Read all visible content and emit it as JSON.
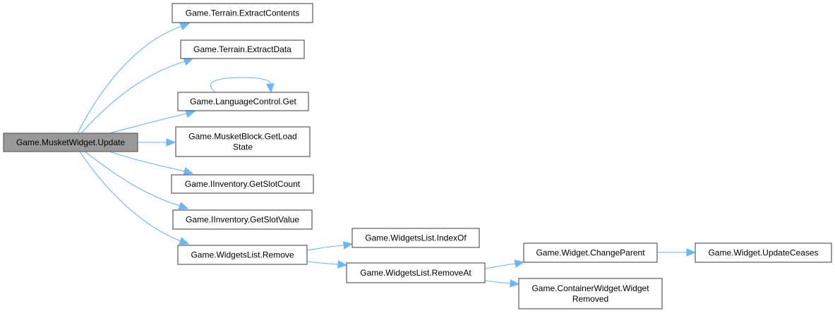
{
  "title": "Call graph of Game.MusketWidget.Update",
  "colors": {
    "edge": "#63b8ff",
    "node_border": "#666666",
    "root_fill": "#999999",
    "node_fill": "#ffffff"
  },
  "nodes": [
    {
      "id": "root",
      "lines": [
        "Game.MusketWidget.Update"
      ],
      "root": true
    },
    {
      "id": "extract_contents",
      "lines": [
        "Game.Terrain.ExtractContents"
      ]
    },
    {
      "id": "extract_data",
      "lines": [
        "Game.Terrain.ExtractData"
      ]
    },
    {
      "id": "language_get",
      "lines": [
        "Game.LanguageControl.Get"
      ]
    },
    {
      "id": "musket_load_state",
      "lines": [
        "Game.MusketBlock.GetLoad",
        "State"
      ]
    },
    {
      "id": "get_slot_count",
      "lines": [
        "Game.IInventory.GetSlotCount"
      ]
    },
    {
      "id": "get_slot_value",
      "lines": [
        "Game.IInventory.GetSlotValue"
      ]
    },
    {
      "id": "widgets_remove",
      "lines": [
        "Game.WidgetsList.Remove"
      ]
    },
    {
      "id": "widgets_indexof",
      "lines": [
        "Game.WidgetsList.IndexOf"
      ]
    },
    {
      "id": "widgets_removeat",
      "lines": [
        "Game.WidgetsList.RemoveAt"
      ]
    },
    {
      "id": "change_parent",
      "lines": [
        "Game.Widget.ChangeParent"
      ]
    },
    {
      "id": "container_removed",
      "lines": [
        "Game.ContainerWidget.Widget",
        "Removed"
      ]
    },
    {
      "id": "update_ceases",
      "lines": [
        "Game.Widget.UpdateCeases"
      ]
    }
  ],
  "edges": [
    {
      "from": "root",
      "to": "extract_contents"
    },
    {
      "from": "root",
      "to": "extract_data"
    },
    {
      "from": "root",
      "to": "language_get"
    },
    {
      "from": "language_get",
      "to": "language_get"
    },
    {
      "from": "root",
      "to": "musket_load_state"
    },
    {
      "from": "root",
      "to": "get_slot_count"
    },
    {
      "from": "root",
      "to": "get_slot_value"
    },
    {
      "from": "root",
      "to": "widgets_remove"
    },
    {
      "from": "widgets_remove",
      "to": "widgets_indexof"
    },
    {
      "from": "widgets_remove",
      "to": "widgets_removeat"
    },
    {
      "from": "widgets_removeat",
      "to": "change_parent"
    },
    {
      "from": "widgets_removeat",
      "to": "container_removed"
    },
    {
      "from": "change_parent",
      "to": "update_ceases"
    }
  ]
}
